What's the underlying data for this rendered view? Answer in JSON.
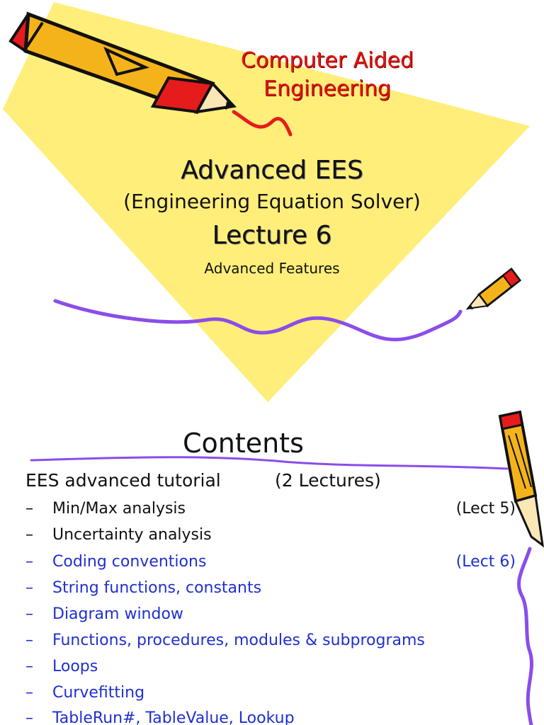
{
  "slide1": {
    "header": "Computer Aided\nEngineering",
    "title": "Advanced EES",
    "subtitle": "(Engineering Equation Solver)",
    "lecture": "Lecture 6",
    "tagline": "Advanced Features",
    "colors": {
      "diamond": "#ffee7a",
      "header": "#e0150e",
      "squiggle": "#8a4dea"
    },
    "icons": [
      "pencil-icon",
      "small-pencil-icon"
    ]
  },
  "slide2": {
    "title": "Contents",
    "section_heading": "EES advanced tutorial",
    "section_note": "(2 Lectures)",
    "items": [
      {
        "dash": "–",
        "label": "Min/Max analysis",
        "note": "(Lect 5)",
        "color": "black"
      },
      {
        "dash": "–",
        "label": "Uncertainty analysis",
        "note": "",
        "color": "black"
      },
      {
        "dash": "–",
        "label": "Coding conventions",
        "note": "(Lect 6)",
        "color": "blue"
      },
      {
        "dash": "–",
        "label": "String functions, constants",
        "note": "",
        "color": "blue"
      },
      {
        "dash": "–",
        "label": "Diagram window",
        "note": "",
        "color": "blue"
      },
      {
        "dash": "–",
        "label": "Functions, procedures, modules & subprograms",
        "note": "",
        "color": "blue"
      },
      {
        "dash": "–",
        "label": "Loops",
        "note": "",
        "color": "blue"
      },
      {
        "dash": "–",
        "label": "Curvefitting",
        "note": "",
        "color": "blue"
      },
      {
        "dash": "–",
        "label": "TableRun#, TableValue, Lookup",
        "note": "",
        "color": "blue"
      }
    ],
    "colors": {
      "text": "#111111",
      "highlight": "#1f2fd0",
      "squiggle": "#8a4dea"
    },
    "icons": [
      "vertical-pencil-icon"
    ]
  }
}
